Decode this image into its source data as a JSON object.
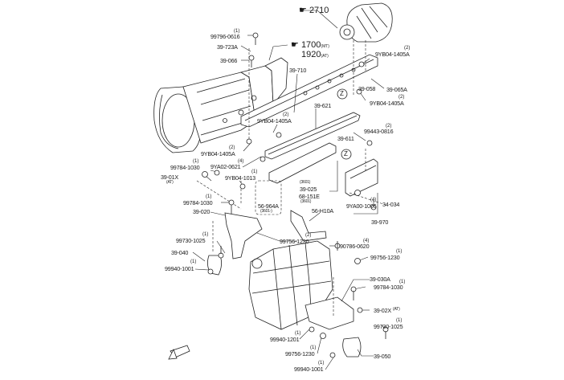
{
  "diagram": {
    "title": "Transmission / Differential / Engine Mount Exploded View",
    "references": [
      {
        "id": "ref-2710",
        "text": "2710",
        "icon": "reference-pointer-icon"
      },
      {
        "id": "ref-1700",
        "text": "1700",
        "sub": "(MT)",
        "icon": "reference-pointer-icon"
      },
      {
        "id": "ref-1920",
        "text": "1920",
        "sub": "(AT)"
      }
    ],
    "zone_markers": [
      "Z",
      "Z"
    ],
    "callouts": [
      {
        "part": "99796-0616",
        "qty": "(1)"
      },
      {
        "part": "39-723A",
        "qty": ""
      },
      {
        "part": "39-066",
        "qty": ""
      },
      {
        "part": "39-710",
        "qty": ""
      },
      {
        "part": "9YB04-1405A",
        "qty": "(2)"
      },
      {
        "part": "39-058",
        "qty": ""
      },
      {
        "part": "39-065A",
        "qty": ""
      },
      {
        "part": "9YB04-1405A",
        "qty": "(2)"
      },
      {
        "part": "39-621",
        "qty": ""
      },
      {
        "part": "9YB04-1405A",
        "qty": "(2)"
      },
      {
        "part": "99443-0816",
        "qty": "(2)"
      },
      {
        "part": "39-611",
        "qty": ""
      },
      {
        "part": "9YB04-1405A",
        "qty": "(2)"
      },
      {
        "part": "9YA02-0621",
        "qty": "(4)"
      },
      {
        "part": "99784-1030",
        "qty": "(1)"
      },
      {
        "part": "39-01X",
        "qty": "",
        "note": "(AT)"
      },
      {
        "part": "9YB04-1013",
        "qty": "(1)"
      },
      {
        "part": "39-025",
        "qty": "",
        "note": "(3601)"
      },
      {
        "part": "68-151E",
        "qty": "",
        "note": "(3601)"
      },
      {
        "part": "56-964A",
        "qty": "",
        "note": "(3601-)"
      },
      {
        "part": "9YA00-1006",
        "qty": "(4)"
      },
      {
        "part": "34-034",
        "qty": ""
      },
      {
        "part": "39-970",
        "qty": ""
      },
      {
        "part": "99784-1030",
        "qty": "(1)"
      },
      {
        "part": "39-020",
        "qty": ""
      },
      {
        "part": "56-H10A",
        "qty": ""
      },
      {
        "part": "99756-1230",
        "qty": "(2)"
      },
      {
        "part": "90786-0620",
        "qty": "(4)"
      },
      {
        "part": "99730-1025",
        "qty": "(1)"
      },
      {
        "part": "39-040",
        "qty": ""
      },
      {
        "part": "99940-1001",
        "qty": "(1)"
      },
      {
        "part": "99756-1230",
        "qty": "(1)"
      },
      {
        "part": "39-030A",
        "qty": ""
      },
      {
        "part": "99784-1030",
        "qty": "(1)"
      },
      {
        "part": "39-02X",
        "qty": "",
        "note": "(AT)"
      },
      {
        "part": "99730-1025",
        "qty": "(1)"
      },
      {
        "part": "99940-1201",
        "qty": "(1)"
      },
      {
        "part": "39-050",
        "qty": ""
      },
      {
        "part": "99756-1230",
        "qty": "(1)"
      },
      {
        "part": "99940-1001",
        "qty": "(1)"
      }
    ],
    "front_arrow": "FRONT"
  }
}
